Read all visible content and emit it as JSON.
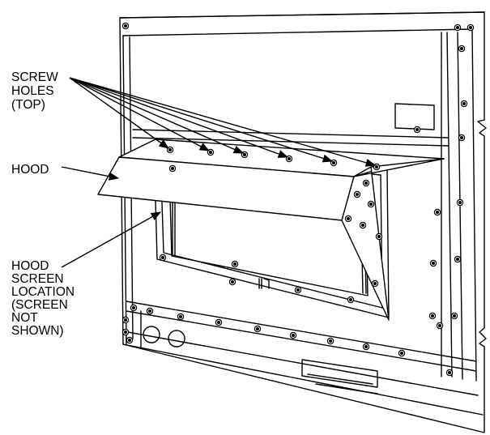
{
  "labels": {
    "screw_holes": [
      "SCREW",
      "HOLES",
      "(TOP)"
    ],
    "hood": [
      "HOOD"
    ],
    "hood_screen": [
      "HOOD",
      "SCREEN",
      "LOCATION",
      "(SCREEN",
      "NOT",
      "SHOWN)"
    ]
  },
  "colors": {
    "line": "#000000",
    "fill": "#ffffff"
  }
}
